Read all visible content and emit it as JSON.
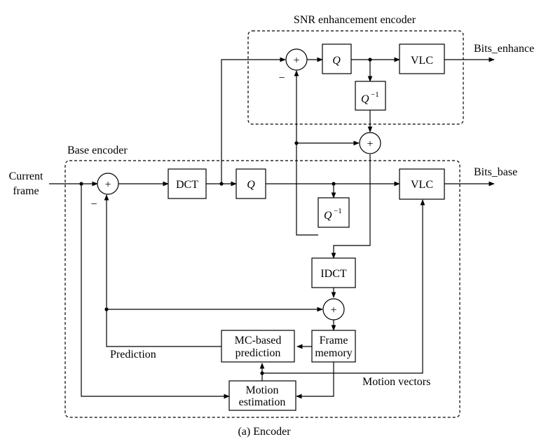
{
  "diagram": {
    "enh_group_label": "SNR enhancement encoder",
    "base_group_label": "Base encoder",
    "input_line1": "Current",
    "input_line2": "frame",
    "bits_enhance": "Bits_enhance",
    "bits_base": "Bits_base",
    "caption": "(a)  Encoder",
    "blocks": {
      "dct": "DCT",
      "q": "Q",
      "q_inv": "Q",
      "q_inv_exp": "−1",
      "vlc": "VLC",
      "idct": "IDCT",
      "frame_memory_line1": "Frame",
      "frame_memory_line2": "memory",
      "mc_line1": "MC-based",
      "mc_line2": "prediction",
      "me_line1": "Motion",
      "me_line2": "estimation"
    },
    "adder_symbol": "+",
    "minus_sign": "−",
    "prediction_label": "Prediction",
    "motion_vectors_label": "Motion vectors"
  }
}
